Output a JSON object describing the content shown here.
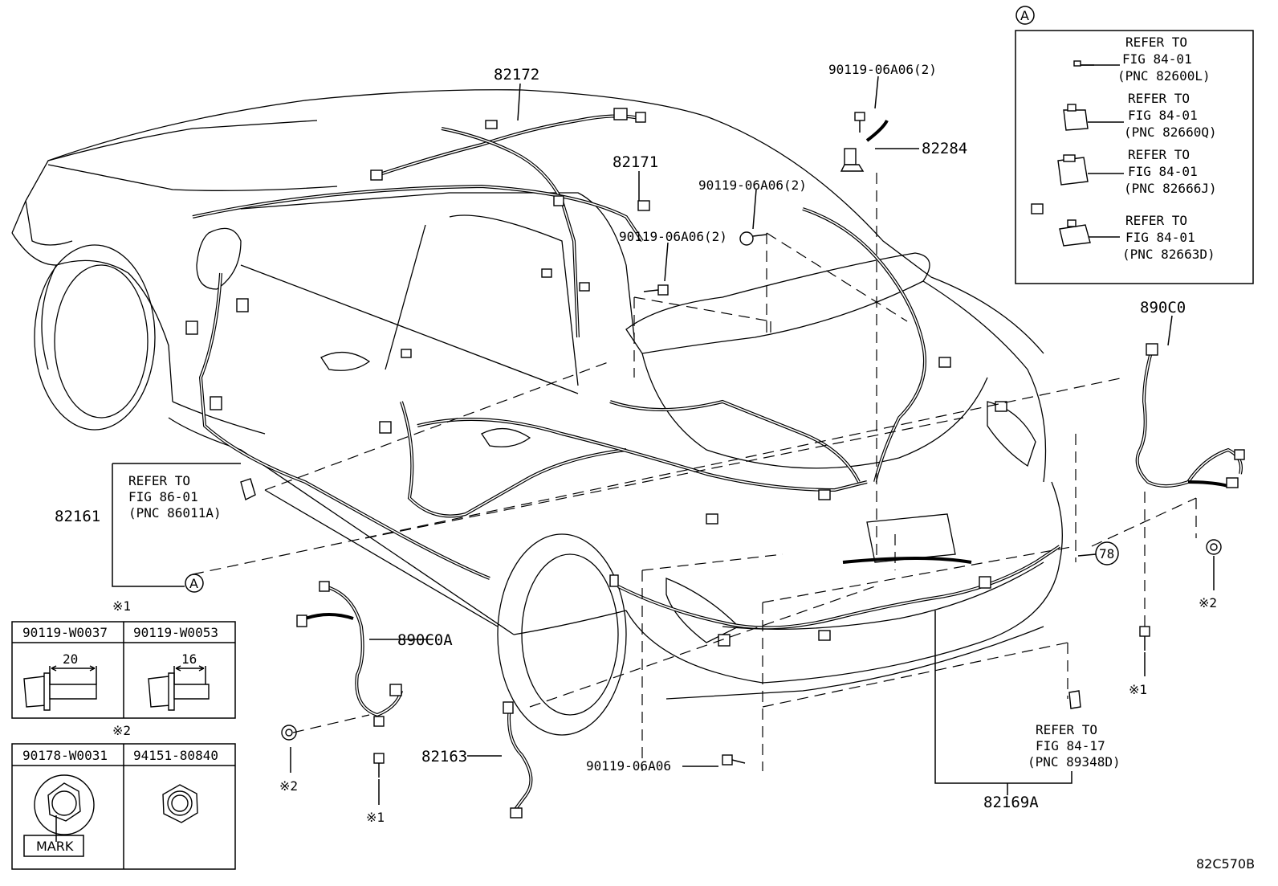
{
  "diagram_code": "82C570B",
  "part_labels": {
    "p82172": "82172",
    "p82171": "82171",
    "p82284": "82284",
    "p82161": "82161",
    "p890C0A": "890C0A",
    "p82163": "82163",
    "p82169A": "82169A",
    "p890C0": "890C0",
    "bolt_top_a": "90119-06A06(2)",
    "bolt_top_b": "90119-06A06(2)",
    "bolt_top_c": "90119-06A06(2)",
    "bolt_bottom": "90119-06A06",
    "ref78": "78",
    "marker_a": "A",
    "mark1": "※1",
    "mark2": "※2"
  },
  "refer_notes": {
    "fig86": {
      "line1": "REFER TO",
      "line2": "FIG 86-01",
      "line3": "(PNC 86011A)"
    },
    "fig8417": {
      "line1": "REFER TO",
      "line2": "FIG 84-17",
      "line3": "(PNC 89348D)"
    }
  },
  "legend_a": {
    "marker": "A",
    "items": [
      {
        "line1": "REFER TO",
        "line2": "FIG 84-01",
        "line3": "(PNC 82600L)",
        "icon": "relay-small-icon"
      },
      {
        "line1": "REFER TO",
        "line2": "FIG 84-01",
        "line3": "(PNC 82660Q)",
        "icon": "relay-block-icon"
      },
      {
        "line1": "REFER TO",
        "line2": "FIG 84-01",
        "line3": "(PNC 82666J)",
        "icon": "relay-large-icon"
      },
      {
        "line1": "REFER TO",
        "line2": "FIG 84-01",
        "line3": "(PNC 82663D)",
        "icon": "relay-bracket-icon"
      }
    ]
  },
  "fastener_table_1": {
    "mark": "※1",
    "col1": {
      "part": "90119-W0037",
      "dimension": "20",
      "icon": "flange-bolt-icon"
    },
    "col2": {
      "part": "90119-W0053",
      "dimension": "16",
      "icon": "flange-bolt-icon"
    }
  },
  "fastener_table_2": {
    "mark": "※2",
    "col1": {
      "part": "90178-W0031",
      "note": "MARK",
      "icon": "flange-nut-icon"
    },
    "col2": {
      "part": "94151-80840",
      "icon": "hex-nut-icon"
    }
  }
}
